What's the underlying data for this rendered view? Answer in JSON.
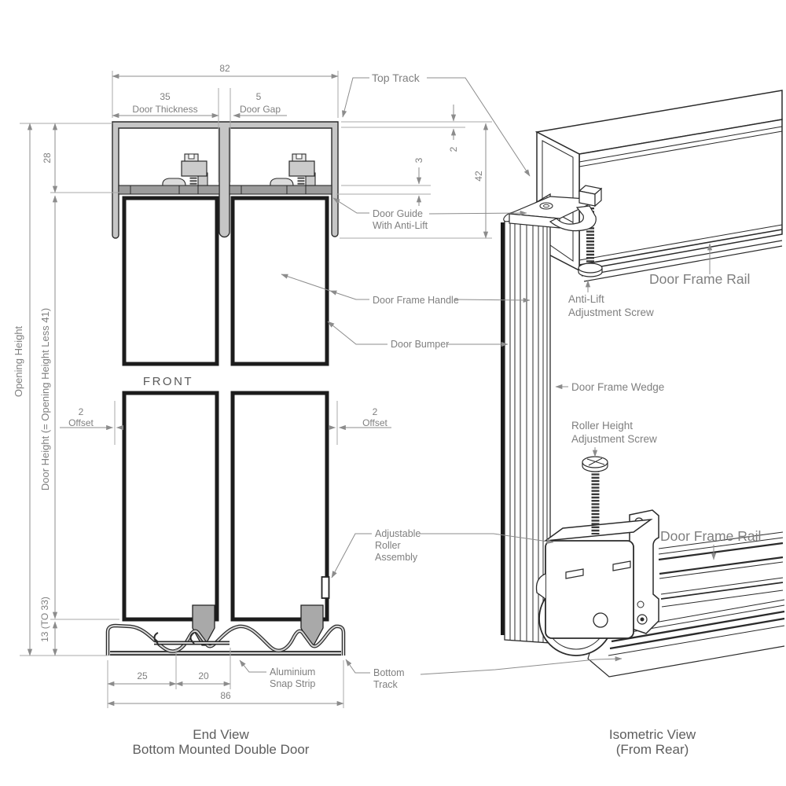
{
  "end_view": {
    "title1": "End View",
    "title2": "Bottom Mounted Double Door",
    "front": "FRONT",
    "dim_82": "82",
    "dim_35": "35",
    "label_door_thickness": "Door Thickness",
    "dim_5": "5",
    "label_door_gap": "Door Gap",
    "dim_28": "28",
    "dim_2_top": "2",
    "dim_3": "3",
    "dim_42": "42",
    "label_opening_height": "Opening Height",
    "label_door_height": "Door Height (= Opening Height Less 41)",
    "dim_13": "13 (TO 33)",
    "offset_left_num": "2",
    "offset_left_word": "Offset",
    "offset_right_num": "2",
    "offset_right_word": "Offset",
    "dim_25": "25",
    "dim_20": "20",
    "dim_86": "86"
  },
  "callouts": {
    "top_track": "Top Track",
    "door_guide_1": "Door Guide",
    "door_guide_2": "With Anti-Lift",
    "door_frame_handle": "Door Frame Handle",
    "door_bumper": "Door Bumper",
    "adj_roller_1": "Adjustable",
    "adj_roller_2": "Roller",
    "adj_roller_3": "Assembly",
    "alu_snap_1": "Aluminium",
    "alu_snap_2": "Snap Strip",
    "bottom_track_1": "Bottom",
    "bottom_track_2": "Track"
  },
  "iso_view": {
    "title1": "Isometric View",
    "title2": "(From Rear)",
    "door_frame_rail_top": "Door Frame Rail",
    "anti_lift_1": "Anti-Lift",
    "anti_lift_2": "Adjustment Screw",
    "door_frame_wedge": "Door Frame Wedge",
    "roller_height_1": "Roller Height",
    "roller_height_2": "Adjustment Screw",
    "door_frame_rail_bottom": "Door Frame Rail"
  },
  "colors": {
    "line": "#2b2b2b",
    "dim_line": "#8c8c8c",
    "label_text": "#7f7f7f",
    "title_text": "#5d5d5d",
    "track_fill": "#c6c6c6",
    "guide_bar_fill": "#9c9c9c",
    "block_fill": "#cbcbcb",
    "roller_fill": "#a9a9a9",
    "bottom_track_fill": "#d6d6d6"
  }
}
